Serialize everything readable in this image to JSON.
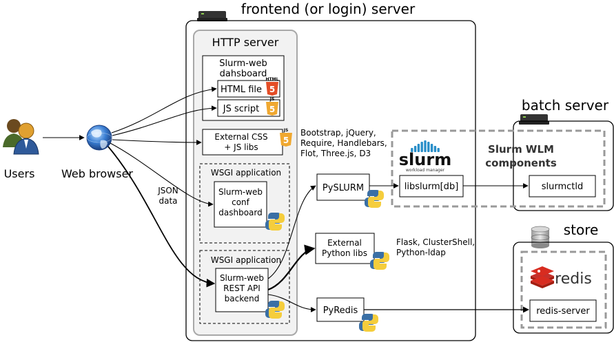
{
  "actors": {
    "users": "Users",
    "browser": "Web browser",
    "json_label": [
      "JSON",
      "data"
    ]
  },
  "frontend": {
    "title": "frontend (or login) server",
    "http_server": {
      "title": "HTTP server",
      "dashboard": {
        "title": [
          "Slurm-web",
          "dahsboard"
        ],
        "html_file": "HTML file",
        "js_script": "JS script",
        "html_badge": "HTML",
        "js_badge": "JS"
      },
      "external_css": [
        "External CSS",
        "+ JS libs"
      ],
      "wsgi_conf": {
        "title": "WSGI application",
        "body": [
          "Slurm-web",
          "conf",
          "dashboard"
        ]
      },
      "wsgi_rest": {
        "title": "WSGI application",
        "body": [
          "Slurm-web",
          "REST API",
          "backend"
        ]
      }
    },
    "js_libs_note": [
      "Bootstrap, jQuery,",
      "Require, Handlebars,",
      "Flot, Three.js, D3"
    ],
    "pyslurm": "PySLURM",
    "external_python": [
      "External",
      "Python libs"
    ],
    "python_libs_note": [
      "Flask, ClusterShell,",
      "Python-ldap"
    ],
    "pyredis": "PyRedis"
  },
  "slurm": {
    "logo_word": "slurm",
    "logo_tagline": "workload manager",
    "libslurm": "libslurm[db]",
    "components_title": [
      "Slurm WLM",
      "components"
    ]
  },
  "batch": {
    "title": "batch server",
    "slurmctld": "slurmctld"
  },
  "store": {
    "title": "store",
    "redis_word": "redis",
    "redis_server": "redis-server"
  },
  "colors": {
    "html5": "#e44d26",
    "js_badge": "#f0a830",
    "python_blue": "#3a6fa5",
    "python_yellow": "#f5cd3c",
    "slurm_blue": "#2a8fc9",
    "redis_red": "#c6302b"
  }
}
